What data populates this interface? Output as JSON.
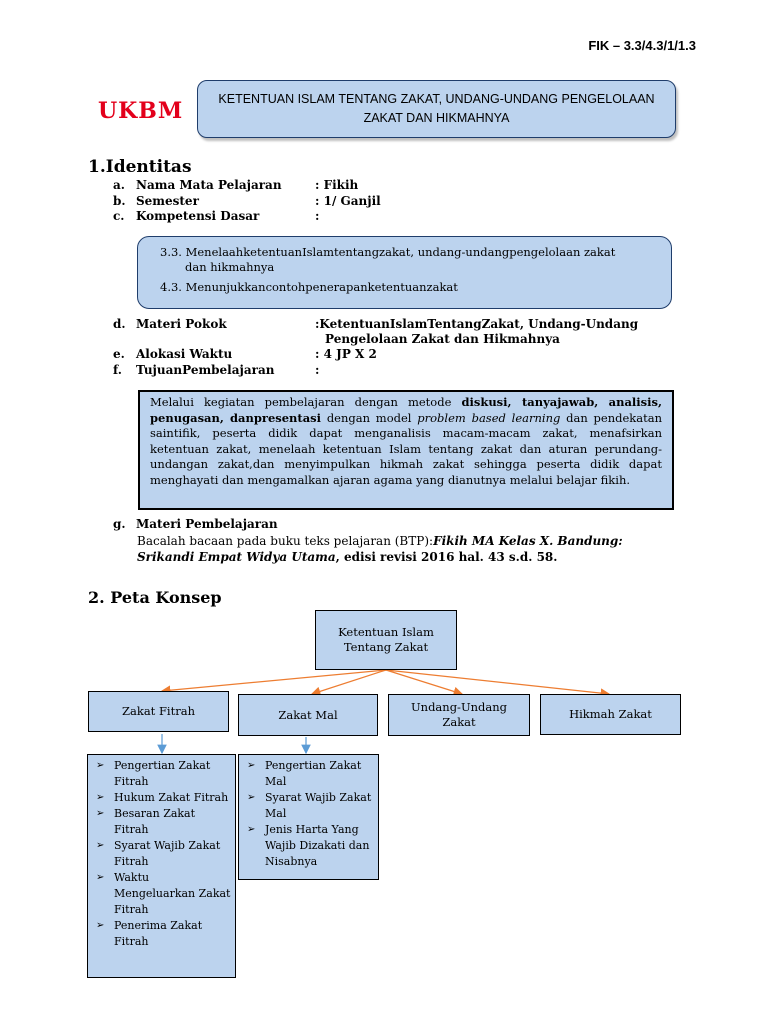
{
  "header": {
    "code": "FIK – 3.3/4.3/1/1.3",
    "logo_text": "UKBM",
    "title": "KETENTUAN ISLAM TENTANG ZAKAT, UNDANG-UNDANG PENGELOLAAN ZAKAT DAN HIKMAHNYA"
  },
  "identitas": {
    "heading": "1.Identitas",
    "rows": [
      {
        "letter": "a.",
        "label": "Nama Mata Pelajaran",
        "value": ": Fikih"
      },
      {
        "letter": "b.",
        "label": "Semester",
        "value": ": 1/ Ganjil"
      },
      {
        "letter": "c.",
        "label": "Kompetensi Dasar",
        "value": ":"
      }
    ],
    "kd": [
      "3.3. MenelaahketentuanIslamtentangzakat, undang-undangpengelolaan zakat",
      "dan hikmahnya",
      "4.3. Menunjukkancontohpenerapanketentuanzakat"
    ],
    "rows2": [
      {
        "letter": "d.",
        "label": "Materi Pokok",
        "value": ":KetentuanIslamTentangZakat, Undang-Undang",
        "value2": "Pengelolaan Zakat dan Hikmahnya"
      },
      {
        "letter": "e.",
        "label": "Alokasi Waktu",
        "value": ": 4 JP X 2"
      },
      {
        "letter": "f.",
        "label": "TujuanPembelajaran",
        "value": ":"
      }
    ],
    "tujuan": {
      "p1": "Melalui kegiatan pembelajaran dengan metode ",
      "b1": "diskusi, tanyajawab, analisis,",
      "b2": "penugasan, danpresentasi",
      "p2": " dengan model ",
      "i1": "problem based learning",
      "p3": " dan pendekatan saintifik, peserta didik dapat menganalisis macam-macam zakat, menafsirkan ketentuan zakat, menelaah ketentuan Islam tentang zakat dan aturan perundang-undangan zakat,dan menyimpulkan hikmah zakat sehingga peserta didik dapat menghayati dan mengamalkan ajaran agama yang dianutnya melalui belajar fikih."
    },
    "materi": {
      "letter": "g.",
      "label": "Materi Pembelajaran",
      "line1": "Bacalah bacaan pada buku teks pelajaran (BTP):",
      "book1": "Fikih MA Kelas X. Bandung:",
      "book2": "Srikandi Empat Widya Utama",
      "edition": ", edisi revisi 2016 hal.  43 s.d. 58."
    }
  },
  "peta": {
    "heading": "2. Peta Konsep",
    "root": "Ketentuan Islam Tentang Zakat",
    "children": [
      "Zakat Fitrah",
      "Zakat Mal",
      "Undang-Undang Zakat",
      "Hikmah Zakat"
    ],
    "fitrah_list": [
      "Pengertian Zakat Fitrah",
      "Hukum Zakat Fitrah",
      "Besaran Zakat Fitrah",
      "Syarat Wajib Zakat Fitrah",
      "Waktu Mengeluarkan Zakat Fitrah",
      "Penerima Zakat Fitrah"
    ],
    "mal_list": [
      "Pengertian Zakat Mal",
      "Syarat Wajib Zakat Mal",
      "Jenis Harta Yang Wajib Dizakati dan Nisabnya"
    ]
  },
  "colors": {
    "logo": "#e3001b",
    "box_fill": "#bcd3ee",
    "orange_arrow": "#ed7d31",
    "blue_arrow": "#5b9bd5"
  },
  "icons": {
    "bullet": "arrowhead-bullet-icon"
  }
}
